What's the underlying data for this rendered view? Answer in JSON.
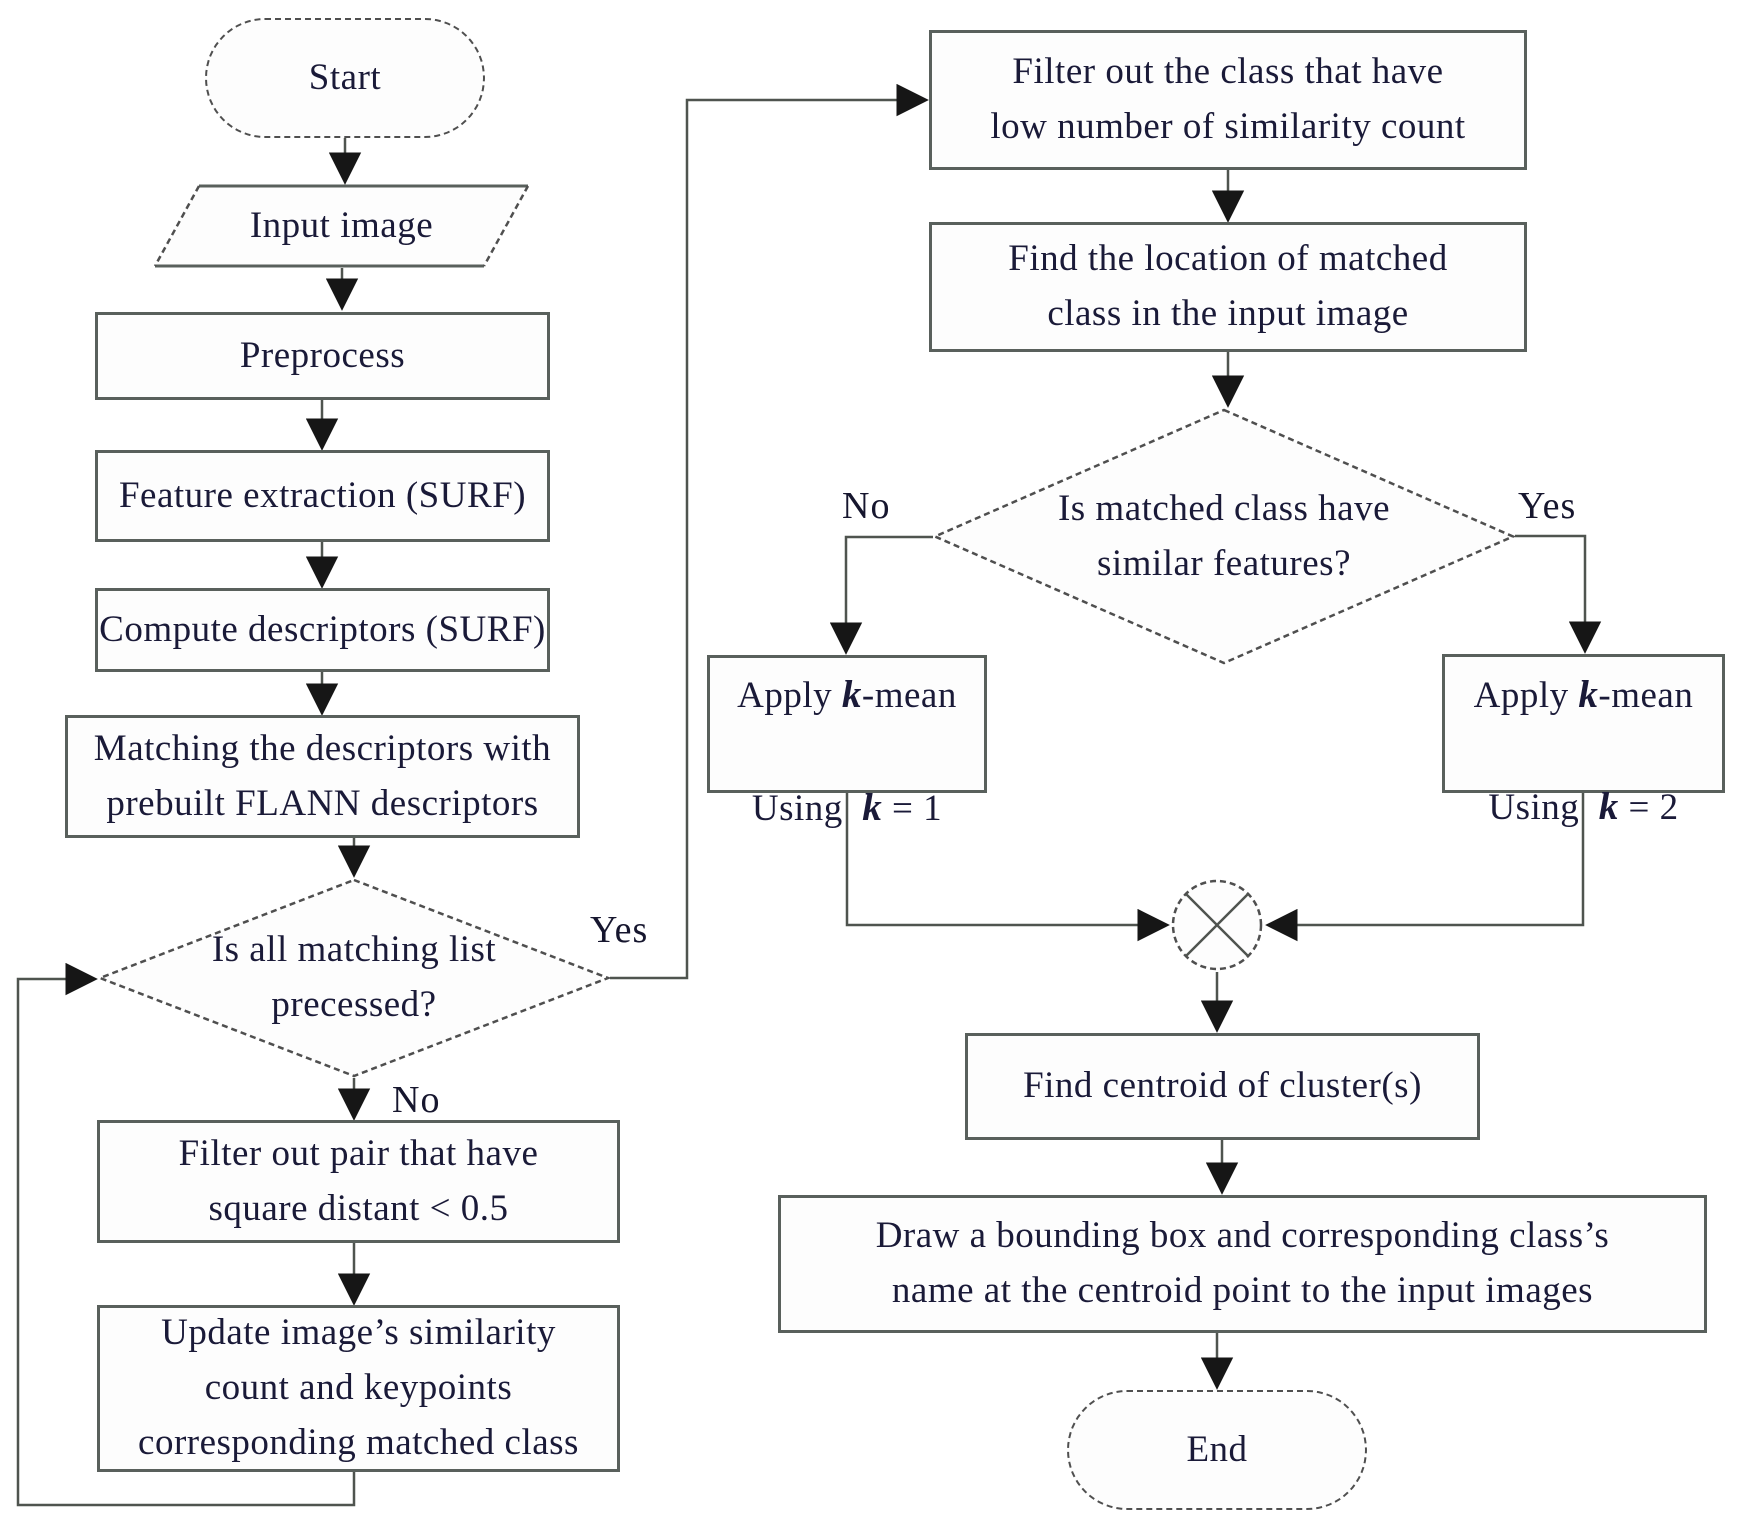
{
  "flowchart": {
    "nodes": {
      "start": {
        "label": "Start",
        "type": "terminator"
      },
      "input_image": {
        "label": "Input image",
        "type": "io"
      },
      "preprocess": {
        "label": "Preprocess",
        "type": "process"
      },
      "feature_extraction": {
        "label": "Feature extraction (SURF)",
        "type": "process"
      },
      "compute_descriptors": {
        "label": "Compute descriptors (SURF)",
        "type": "process"
      },
      "matching_descriptors": {
        "label": "Matching the descriptors with\nprebuilt FLANN descriptors",
        "type": "process"
      },
      "matching_list_decision": {
        "label": "Is all matching list\nprecessed?",
        "type": "decision"
      },
      "filter_pairs": {
        "label": "Filter out pair that have\nsquare distant < 0.5",
        "type": "process"
      },
      "update_similarity": {
        "label": "Update image’s similarity\ncount and keypoints\ncorresponding matched class",
        "type": "process"
      },
      "filter_class": {
        "label": "Filter out the class that have\nlow number of similarity count",
        "type": "process"
      },
      "find_location": {
        "label": "Find the location of matched\nclass in the input image",
        "type": "process"
      },
      "similar_features_decision": {
        "label": "Is matched class have\nsimilar features?",
        "type": "decision"
      },
      "kmean_k1": {
        "apply": "Apply",
        "k": "k",
        "mean_suffix": "-mean",
        "using": "Using",
        "value": "= 1",
        "type": "process"
      },
      "kmean_k2": {
        "apply": "Apply",
        "k": "k",
        "mean_suffix": "-mean",
        "using": "Using",
        "value": "= 2",
        "type": "process"
      },
      "merge_connector": {
        "label": "",
        "type": "summing-junction"
      },
      "find_centroid": {
        "label": "Find centroid of cluster(s)",
        "type": "process"
      },
      "draw_bounding_box": {
        "label": "Draw a bounding box and corresponding class’s\nname at the centroid point to the input images",
        "type": "process"
      },
      "end": {
        "label": "End",
        "type": "terminator"
      }
    },
    "edge_labels": {
      "matching_list_yes": "Yes",
      "matching_list_no": "No",
      "similar_features_no": "No",
      "similar_features_yes": "Yes"
    },
    "colors": {
      "background": "#ffffff",
      "line": "#4f544f",
      "box_border": "#59605c",
      "dashed_border": "#4f4f4f",
      "arrowhead": "#161616",
      "text": "#1a1a38"
    }
  }
}
